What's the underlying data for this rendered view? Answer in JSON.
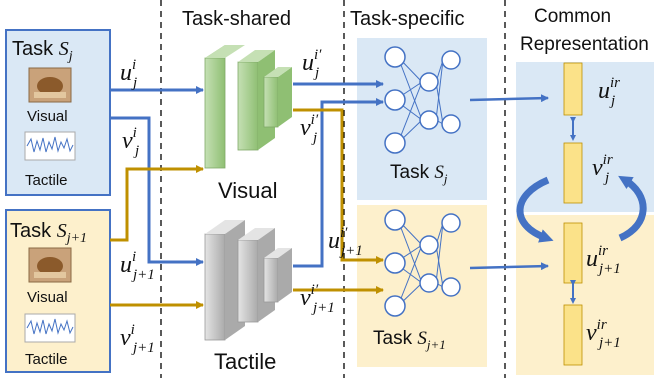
{
  "headings": {
    "task_shared": "Task-shared",
    "task_specific": "Task-specific",
    "common_line1": "Common",
    "common_line2": "Representation"
  },
  "task_j": {
    "prefix": "Task ",
    "sym": "S",
    "sub": "j",
    "visual": "Visual",
    "tactile": "Tactile"
  },
  "task_j1": {
    "prefix": "Task ",
    "sym": "S",
    "sub": "j+1",
    "visual": "Visual",
    "tactile": "Tactile"
  },
  "encoders": {
    "visual": "Visual",
    "tactile": "Tactile"
  },
  "heads": {
    "j": {
      "prefix": "Task ",
      "sym": "S",
      "sub": "j"
    },
    "j1": {
      "prefix": "Task ",
      "sym": "S",
      "sub": "j+1"
    }
  },
  "symbols": {
    "u_j_i": {
      "base": "u",
      "sup": "i",
      "sub": "j"
    },
    "v_j_i": {
      "base": "v",
      "sup": "i",
      "sub": "j"
    },
    "u_j1_i": {
      "base": "u",
      "sup": "i",
      "sub": "j+1"
    },
    "v_j1_i": {
      "base": "v",
      "sup": "i",
      "sub": "j+1"
    },
    "u_j_ip": {
      "base": "u",
      "sup": "i′",
      "sub": "j"
    },
    "v_j_ip": {
      "base": "v",
      "sup": "i′",
      "sub": "j"
    },
    "u_j1_ip": {
      "base": "u",
      "sup": "i′",
      "sub": "j+1"
    },
    "v_j1_ip": {
      "base": "v",
      "sup": "i′",
      "sub": "j+1"
    },
    "u_j_ir": {
      "base": "u",
      "sup": "ir",
      "sub": "j"
    },
    "v_j_ir": {
      "base": "v",
      "sup": "ir",
      "sub": "j"
    },
    "u_j1_ir": {
      "base": "u",
      "sup": "ir",
      "sub": "j+1"
    },
    "v_j1_ir": {
      "base": "v",
      "sup": "ir",
      "sub": "j+1"
    }
  },
  "colors": {
    "blue_arrow": "#4472c4",
    "gold_arrow": "#bf9000",
    "task_j_fill": "#dae8f5",
    "task_j1_fill": "#fdf0cc",
    "box_border": "#4472c4",
    "encoder_green": "#a9d18e",
    "encoder_gray": "#c9c9c9",
    "rep_bar": "#fbe289"
  }
}
